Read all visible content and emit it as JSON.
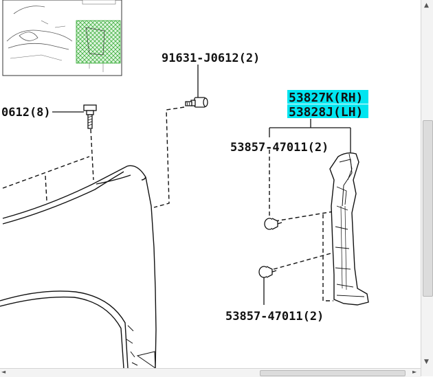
{
  "labels": {
    "bolt_top": "91631-J0612(2)",
    "bolt_left": "0612(8)",
    "part_rh": "53827K(RH)",
    "part_lh": "53828J(LH)",
    "clip_upper": "53857-47011(2)",
    "clip_lower": "53857-47011(2)"
  },
  "highlight_color": "#00e5f0",
  "icons": {
    "scroll_up": "▲",
    "scroll_down": "▼",
    "scroll_left": "◄",
    "scroll_right": "►"
  }
}
